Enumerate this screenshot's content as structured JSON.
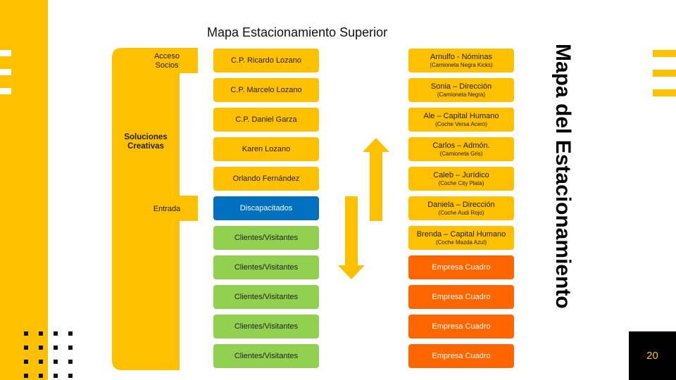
{
  "slide": {
    "title": "Mapa Estacionamiento Superior",
    "vertical_title": "Mapa del Estacionamiento",
    "page_number": "20"
  },
  "building": {
    "acceso_label": "Acceso\nSocios",
    "name": "Soluciones\nCreativas",
    "entrada_label": "Entrada"
  },
  "left_column": [
    {
      "label": "C.P. Ricardo Lozano",
      "color": "#FFC000"
    },
    {
      "label": "C.P. Marcelo Lozano",
      "color": "#FFC000"
    },
    {
      "label": "C.P. Daniel Garza",
      "color": "#FFC000"
    },
    {
      "label": "Karen Lozano",
      "color": "#FFC000"
    },
    {
      "label": "Orlando Fernández",
      "color": "#FFC000"
    },
    {
      "label": "Discapacitados",
      "color": "#0070C0"
    },
    {
      "label": "Clientes/Visitantes",
      "color": "#92D050"
    },
    {
      "label": "Clientes/Visitantes",
      "color": "#92D050"
    },
    {
      "label": "Clientes/Visitantes",
      "color": "#92D050"
    },
    {
      "label": "Clientes/Visitantes",
      "color": "#92D050"
    },
    {
      "label": "Clientes/Visitantes",
      "color": "#92D050"
    }
  ],
  "right_column": [
    {
      "label": "Arnulfo - Nóminas",
      "sub": "(Camioneta Negra Kicks)",
      "color": "#FFC000"
    },
    {
      "label": "Sonia – Dirección",
      "sub": "(Camioneta Negra)",
      "color": "#FFC000"
    },
    {
      "label": "Ale – Capital Humano",
      "sub": "(Coche Versa Acero)",
      "color": "#FFC000"
    },
    {
      "label": "Carlos – Admón.",
      "sub": "(Camioneta Gris)",
      "color": "#FFC000"
    },
    {
      "label": "Caleb – Jurídico",
      "sub": "(Coche City Plata)",
      "color": "#FFC000"
    },
    {
      "label": "Daniela – Dirección",
      "sub": "(Coche Audi Rojo)",
      "color": "#FFC000"
    },
    {
      "label": "Brenda – Capital Humano",
      "sub": "(Coche Mazda Azul)",
      "color": "#FFC000"
    },
    {
      "label": "Empresa Cuadro",
      "sub": "",
      "color": "#FF6600"
    },
    {
      "label": "Empresa Cuadro",
      "sub": "",
      "color": "#FF6600"
    },
    {
      "label": "Empresa Cuadro",
      "sub": "",
      "color": "#FF6600"
    },
    {
      "label": "Empresa Cuadro",
      "sub": "",
      "color": "#FF6600"
    }
  ],
  "colors": {
    "accent_yellow": "#FFC000",
    "handicap_blue": "#0070C0",
    "visitor_green": "#92D050",
    "company_orange": "#FF6600"
  },
  "icons": {
    "arrow_up": "arrow-up-icon",
    "arrow_down": "arrow-down-icon"
  }
}
